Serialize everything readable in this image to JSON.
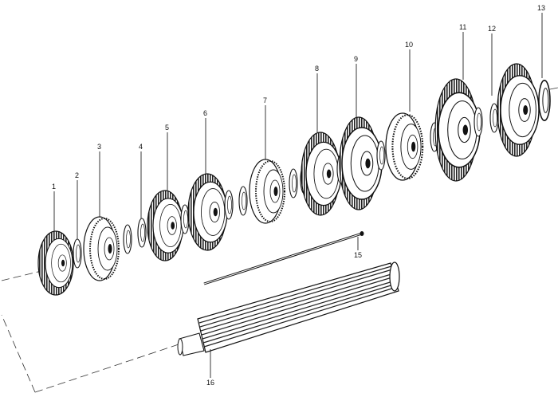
{
  "diagram": {
    "parts": [
      {
        "number": "1"
      },
      {
        "number": "2"
      },
      {
        "number": "3"
      },
      {
        "number": "4"
      },
      {
        "number": "5"
      },
      {
        "number": "6"
      },
      {
        "number": "7"
      },
      {
        "number": "8"
      },
      {
        "number": "9"
      },
      {
        "number": "10"
      },
      {
        "number": "11"
      },
      {
        "number": "12"
      },
      {
        "number": "13"
      },
      {
        "number": "15"
      },
      {
        "number": "16"
      }
    ]
  }
}
